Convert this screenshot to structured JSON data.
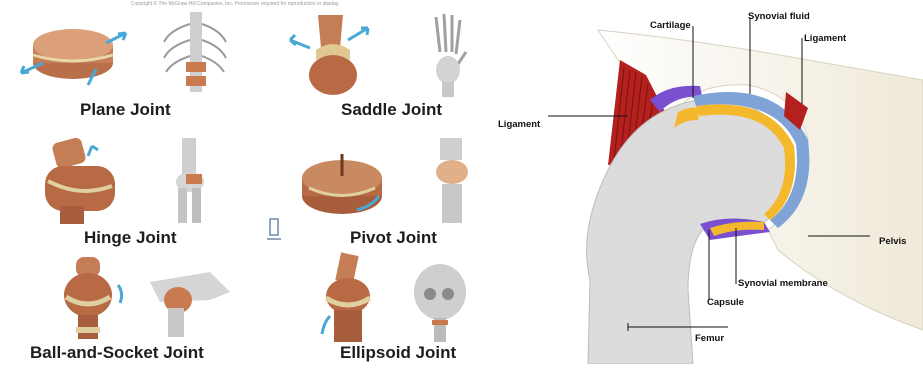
{
  "copyright": "Copyright © The McGraw-Hill Companies, Inc. Permission required for reproduction or display.",
  "joint_types": [
    {
      "label": "Plane Joint"
    },
    {
      "label": "Saddle Joint"
    },
    {
      "label": "Hinge Joint"
    },
    {
      "label": "Pivot Joint"
    },
    {
      "label": "Ball-and-Socket Joint"
    },
    {
      "label": "Ellipsoid Joint"
    }
  ],
  "hip_diagram": {
    "labels": {
      "cartilage": "Cartilage",
      "synovial_fluid": "Synovial fluid",
      "ligament_right": "Ligament",
      "ligament_left": "Ligament",
      "pelvis": "Pelvis",
      "synovial_membrane": "Synovial membrane",
      "capsule": "Capsule",
      "femur": "Femur"
    },
    "colors": {
      "ligament": "#b3201e",
      "capsule": "#7a4fd0",
      "cartilage": "#f4b82c",
      "synovial_fluid": "#7fa3d6",
      "bone": "#dcdcdc"
    }
  }
}
